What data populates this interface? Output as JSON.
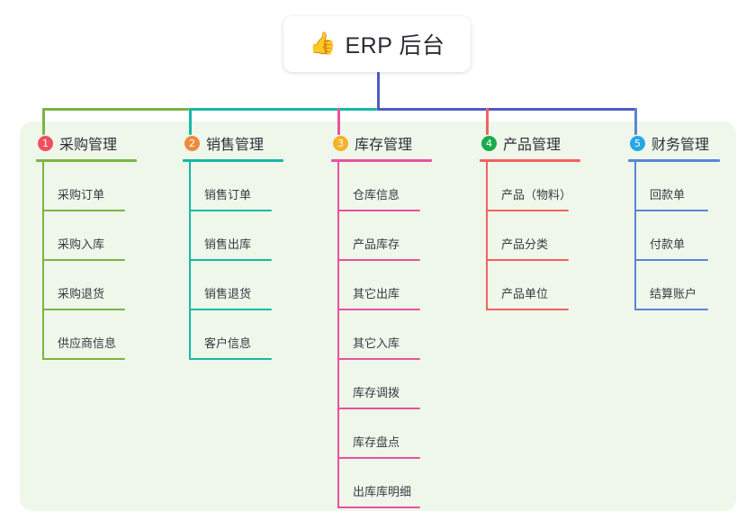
{
  "root": {
    "icon": "thumbs-up-emoji",
    "emoji": "👍",
    "title": "ERP 后台"
  },
  "theme": {
    "panel_bg": "#eef7ea",
    "page_bg": "#ffffff",
    "trunk_color": "#4f5bc4",
    "text_color": "#2f2f38"
  },
  "columns": [
    {
      "index": "1",
      "title": "采购管理",
      "badge_color": "#f1505e",
      "line_color": "#7cb342",
      "items": [
        {
          "label": "采购订单"
        },
        {
          "label": "采购入库"
        },
        {
          "label": "采购退货"
        },
        {
          "label": "供应商信息"
        }
      ]
    },
    {
      "index": "2",
      "title": "销售管理",
      "badge_color": "#f08a3c",
      "line_color": "#17b8a6",
      "items": [
        {
          "label": "销售订单"
        },
        {
          "label": "销售出库"
        },
        {
          "label": "销售退货"
        },
        {
          "label": "客户信息"
        }
      ]
    },
    {
      "index": "3",
      "title": "库存管理",
      "badge_color": "#f5b329",
      "line_color": "#e8529f",
      "items": [
        {
          "label": "仓库信息"
        },
        {
          "label": "产品库存"
        },
        {
          "label": "其它出库"
        },
        {
          "label": "其它入库"
        },
        {
          "label": "库存调拨"
        },
        {
          "label": "库存盘点"
        },
        {
          "label": "出库库明细"
        }
      ]
    },
    {
      "index": "4",
      "title": "产品管理",
      "badge_color": "#1aab4b",
      "line_color": "#f4615f",
      "items": [
        {
          "label": "产品（物料）"
        },
        {
          "label": "产品分类"
        },
        {
          "label": "产品单位"
        }
      ]
    },
    {
      "index": "5",
      "title": "财务管理",
      "badge_color": "#27a7e7",
      "line_color": "#5b86d6",
      "items": [
        {
          "label": "回款单"
        },
        {
          "label": "付款单"
        },
        {
          "label": "结算账户"
        }
      ]
    }
  ]
}
